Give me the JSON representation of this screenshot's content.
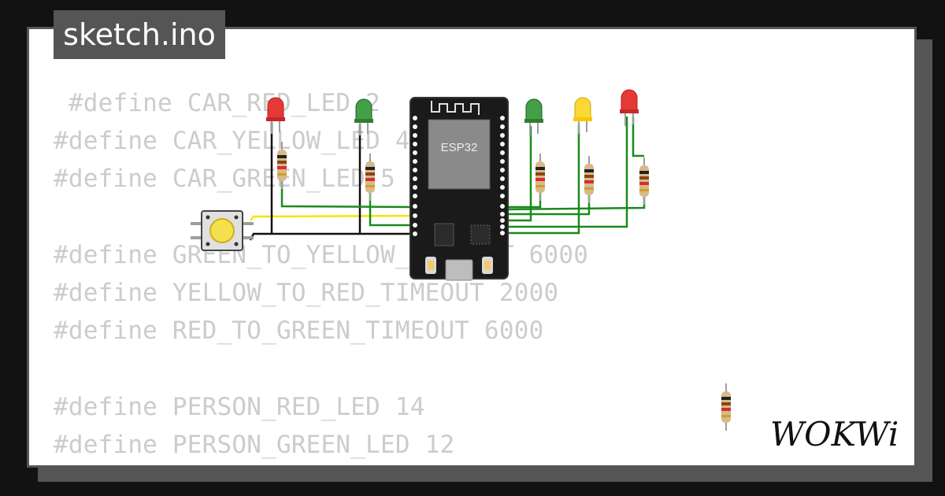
{
  "tab": {
    "filename": "sketch.ino"
  },
  "code": {
    "lines": [
      " #define CAR_RED_LED 2",
      "#define CAR_YELLOW_LED 4",
      "#define CAR_GREEN_LED 5",
      "",
      "#define GREEN_TO_YELLOW_TIMEOUT 6000",
      "#define YELLOW_TO_RED_TIMEOUT 2000",
      "#define RED_TO_GREEN_TIMEOUT 6000",
      "",
      "#define PERSON_RED_LED 14",
      "#define PERSON_GREEN_LED 12"
    ]
  },
  "board": {
    "label": "ESP32"
  },
  "brand": {
    "logo_text": "WOKWi"
  },
  "colors": {
    "background": "#121212",
    "card_border": "#555555",
    "code_text": "#cccccc",
    "led_red": "#e53935",
    "led_green": "#43a047",
    "led_yellow": "#fdd835",
    "wire_green": "#1b8a1b",
    "wire_yellow": "#f3e600",
    "wire_black": "#111111"
  },
  "leds": [
    {
      "color": "red",
      "icon": "led-icon"
    },
    {
      "color": "green",
      "icon": "led-icon"
    },
    {
      "color": "green",
      "icon": "led-icon"
    },
    {
      "color": "yellow",
      "icon": "led-icon"
    },
    {
      "color": "red",
      "icon": "led-icon"
    }
  ]
}
